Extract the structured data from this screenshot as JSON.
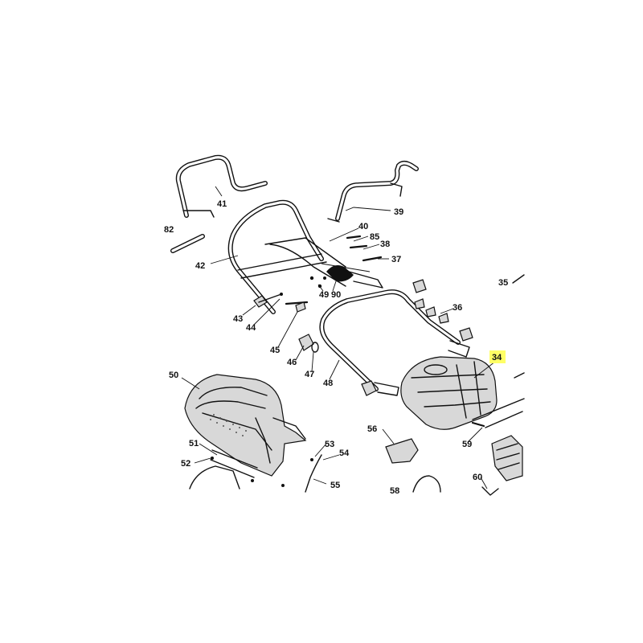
{
  "diagram": {
    "highlight_color": "#ffff66",
    "highlighted_part": "34",
    "labels": [
      "82",
      "41",
      "39",
      "40",
      "85",
      "38",
      "37",
      "42",
      "43",
      "44",
      "45",
      "46",
      "47",
      "48",
      "49",
      "90",
      "35",
      "36",
      "34",
      "50",
      "51",
      "52",
      "53",
      "54",
      "55",
      "56",
      "58",
      "59",
      "60"
    ]
  }
}
